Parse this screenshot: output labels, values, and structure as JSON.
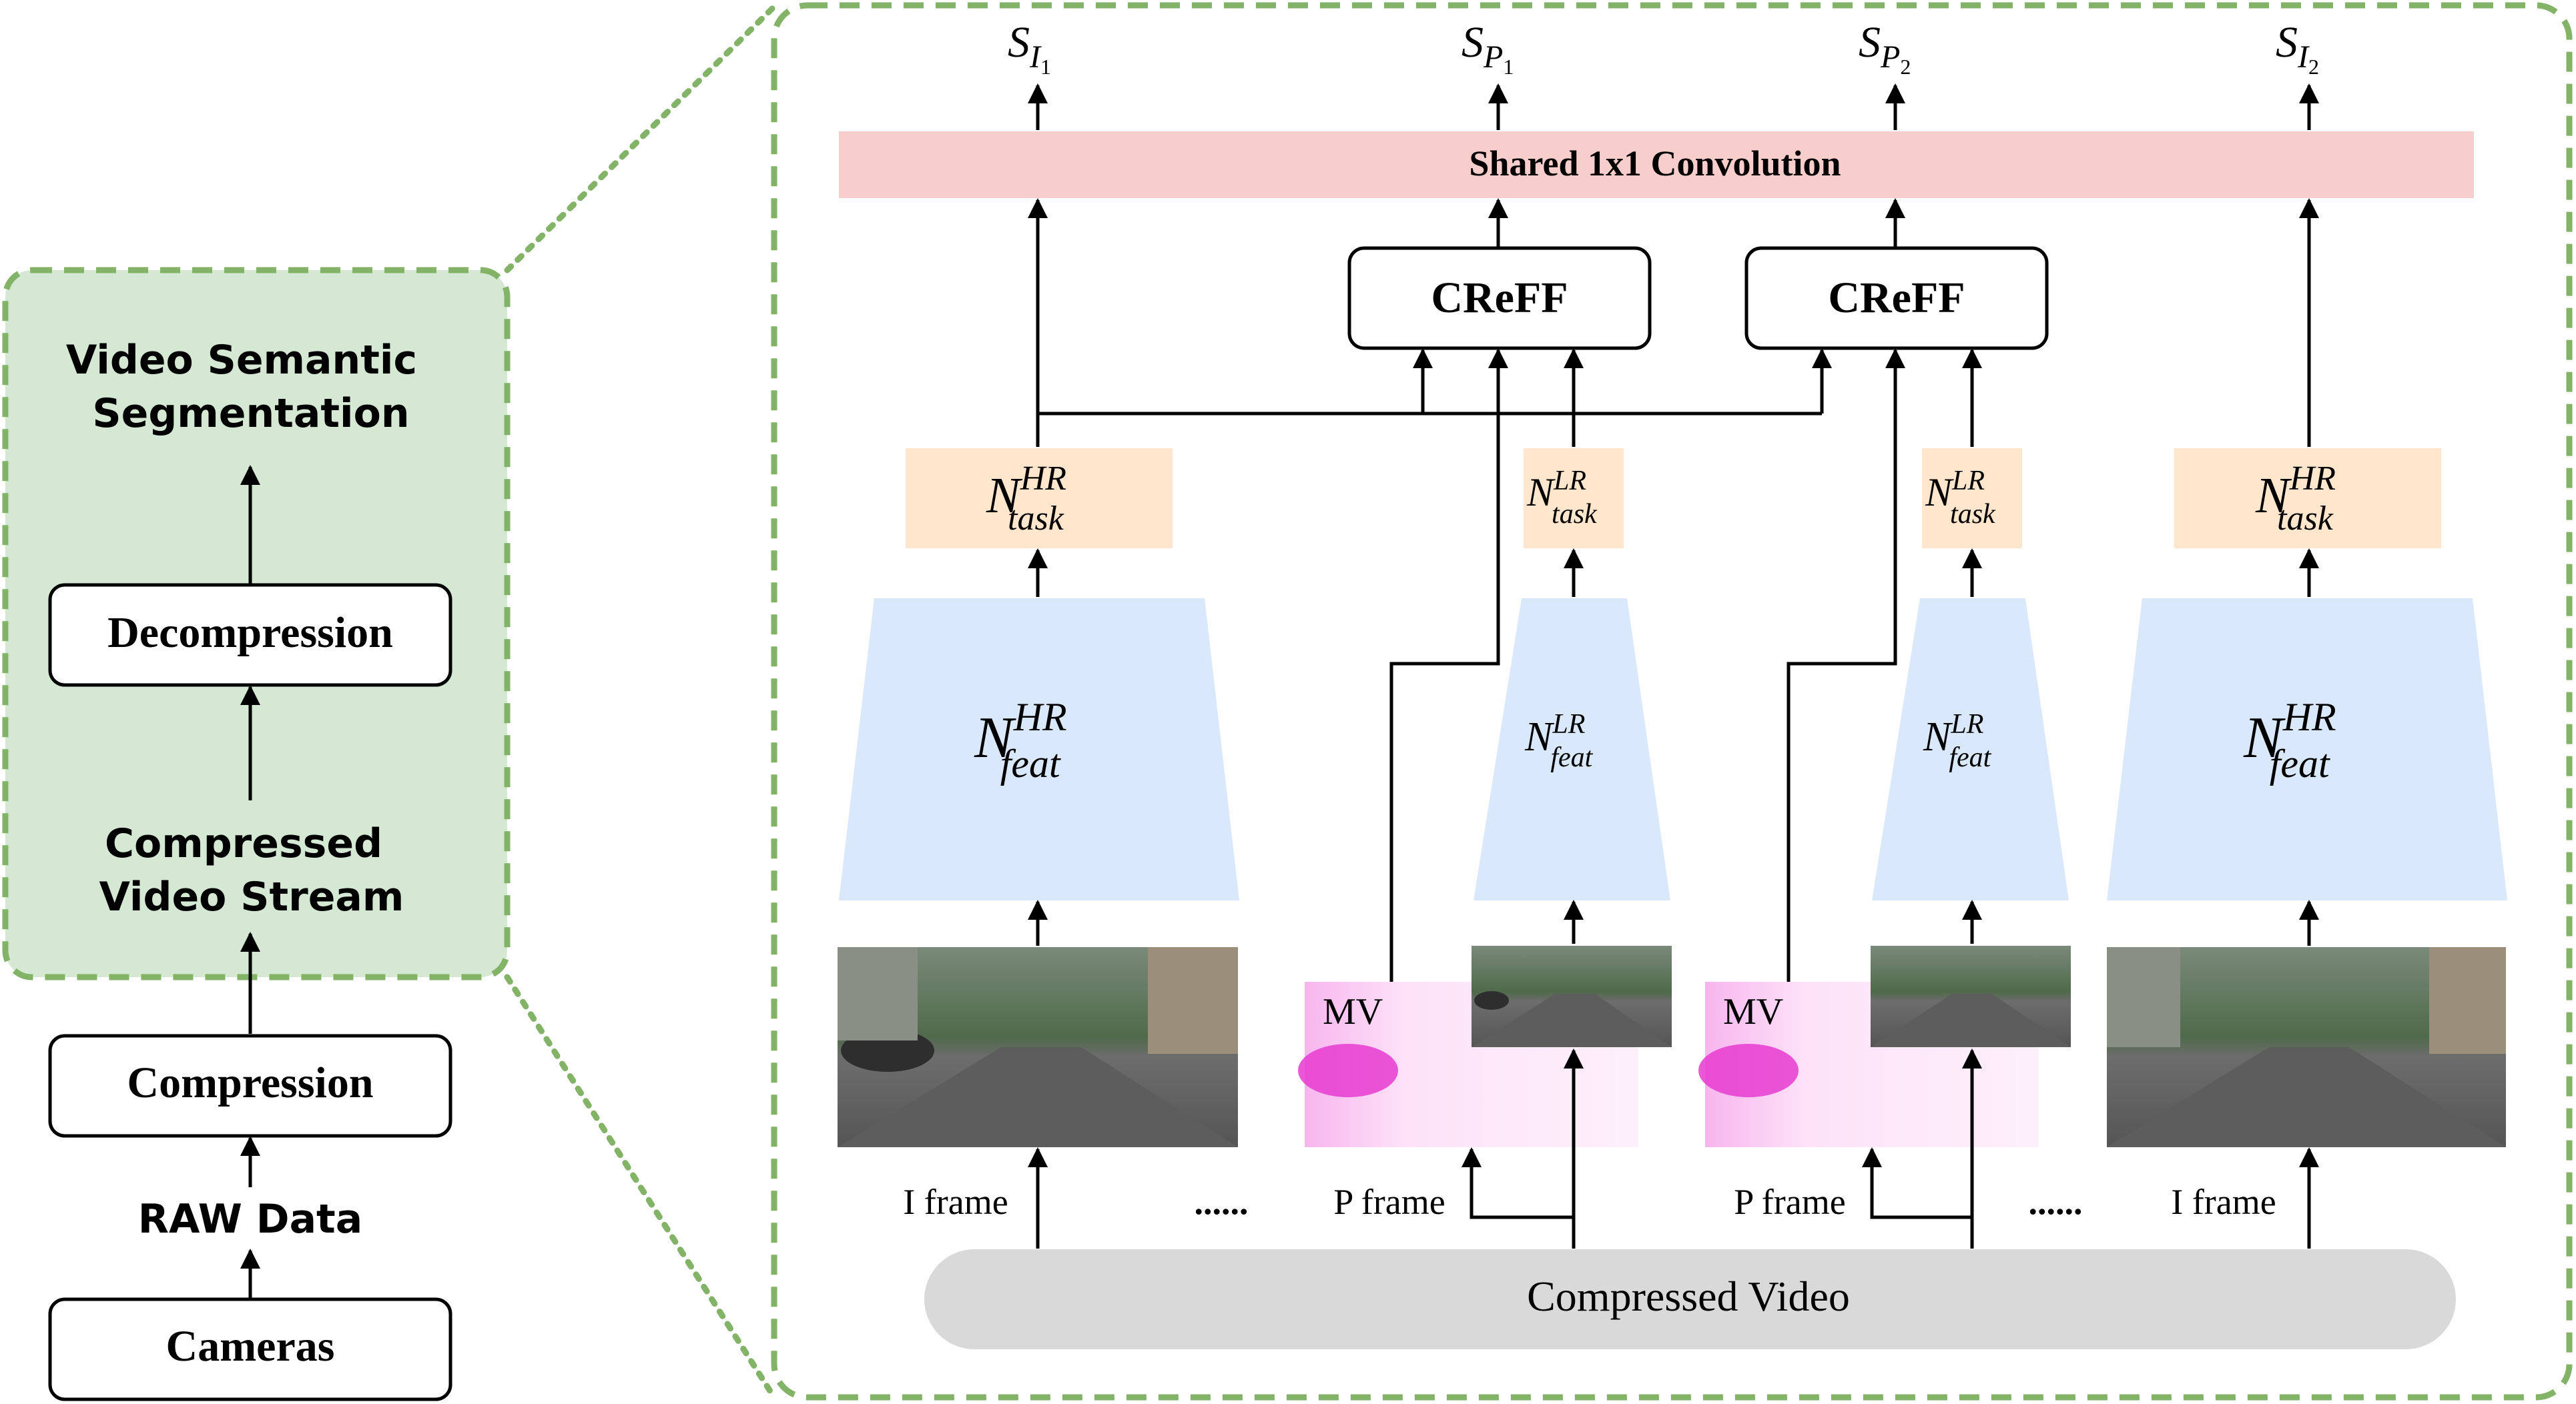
{
  "left_panel": {
    "pipeline": {
      "video_semantic_segmentation": [
        "Video Semantic",
        "Segmentation"
      ],
      "decompression": "Decompression",
      "compressed_video_stream": [
        "Compressed",
        "Video Stream"
      ],
      "compression": "Compression",
      "raw_data": "RAW Data",
      "cameras": "Cameras"
    }
  },
  "right_panel": {
    "outputs": [
      {
        "base": "S",
        "sub_base": "I",
        "sub_sub": "1"
      },
      {
        "base": "S",
        "sub_base": "P",
        "sub_sub": "1"
      },
      {
        "base": "S",
        "sub_base": "P",
        "sub_sub": "2"
      },
      {
        "base": "S",
        "sub_base": "I",
        "sub_sub": "2"
      }
    ],
    "shared_conv": "Shared 1x1 Convolution",
    "creff_label": "CReFF",
    "task_heads": [
      {
        "base": "N",
        "sup": "HR",
        "sub": "task"
      },
      {
        "base": "N",
        "sup": "LR",
        "sub": "task"
      },
      {
        "base": "N",
        "sup": "LR",
        "sub": "task"
      },
      {
        "base": "N",
        "sup": "HR",
        "sub": "task"
      }
    ],
    "feature_nets": [
      {
        "base": "N",
        "sup": "HR",
        "sub": "feat"
      },
      {
        "base": "N",
        "sup": "LR",
        "sub": "feat"
      },
      {
        "base": "N",
        "sup": "LR",
        "sub": "feat"
      },
      {
        "base": "N",
        "sup": "HR",
        "sub": "feat"
      }
    ],
    "mv_label": "MV",
    "frame_labels": [
      "I frame",
      "P frame",
      "P frame",
      "I frame"
    ],
    "ellipsis": "......",
    "compressed_video": "Compressed Video"
  },
  "colors": {
    "green_panel_fill": "#d5e8d4",
    "green_dash": "#82b366",
    "pink_bar": "#f8cecc",
    "orange_box": "#ffe6cc",
    "blue_trapezoid": "#dae8fc",
    "gray_pill": "#d9d9d9",
    "line": "#000000"
  }
}
